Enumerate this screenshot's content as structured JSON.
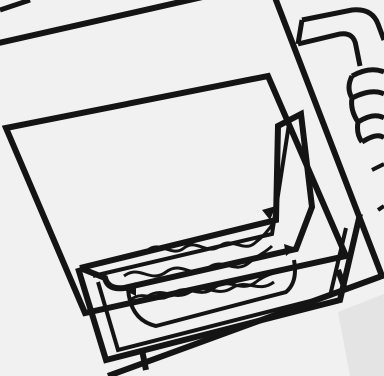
{
  "diagram": {
    "subject": "bathtub-inside-frame-with-pipe",
    "colors": {
      "background": "#f1f1f1",
      "ink": "#141414",
      "paper": "#f7f7f7",
      "shadow": "#d9d9d9"
    },
    "icons": [
      "window-frame",
      "bathtub",
      "water-waves",
      "flow-arrows",
      "coiled-pipe"
    ]
  }
}
